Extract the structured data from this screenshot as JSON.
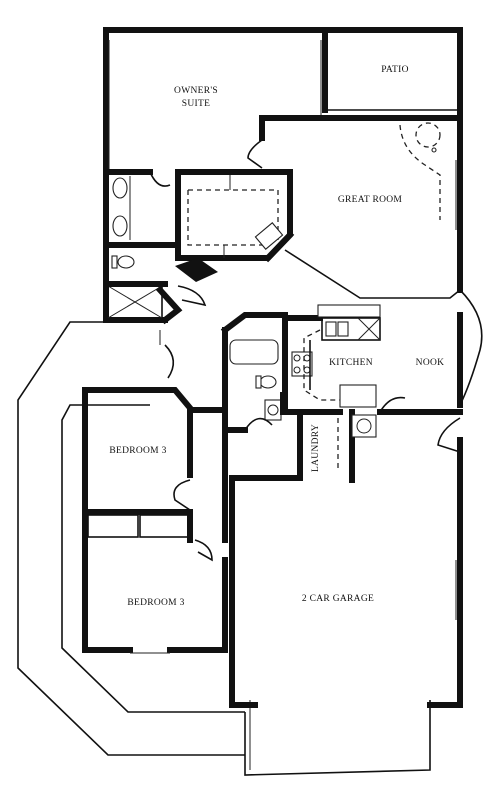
{
  "rooms": {
    "owners_suite_line1": "OWNER'S",
    "owners_suite_line2": "SUITE",
    "patio": "PATIO",
    "great_room": "GREAT ROOM",
    "kitchen": "KITCHEN",
    "nook": "NOOK",
    "laundry": "LAUNDRY",
    "bedroom_upper": "BEDROOM 3",
    "bedroom_lower": "BEDROOM 3",
    "garage": "2 CAR GARAGE"
  },
  "colors": {
    "wall": "#111111",
    "background": "#ffffff"
  }
}
